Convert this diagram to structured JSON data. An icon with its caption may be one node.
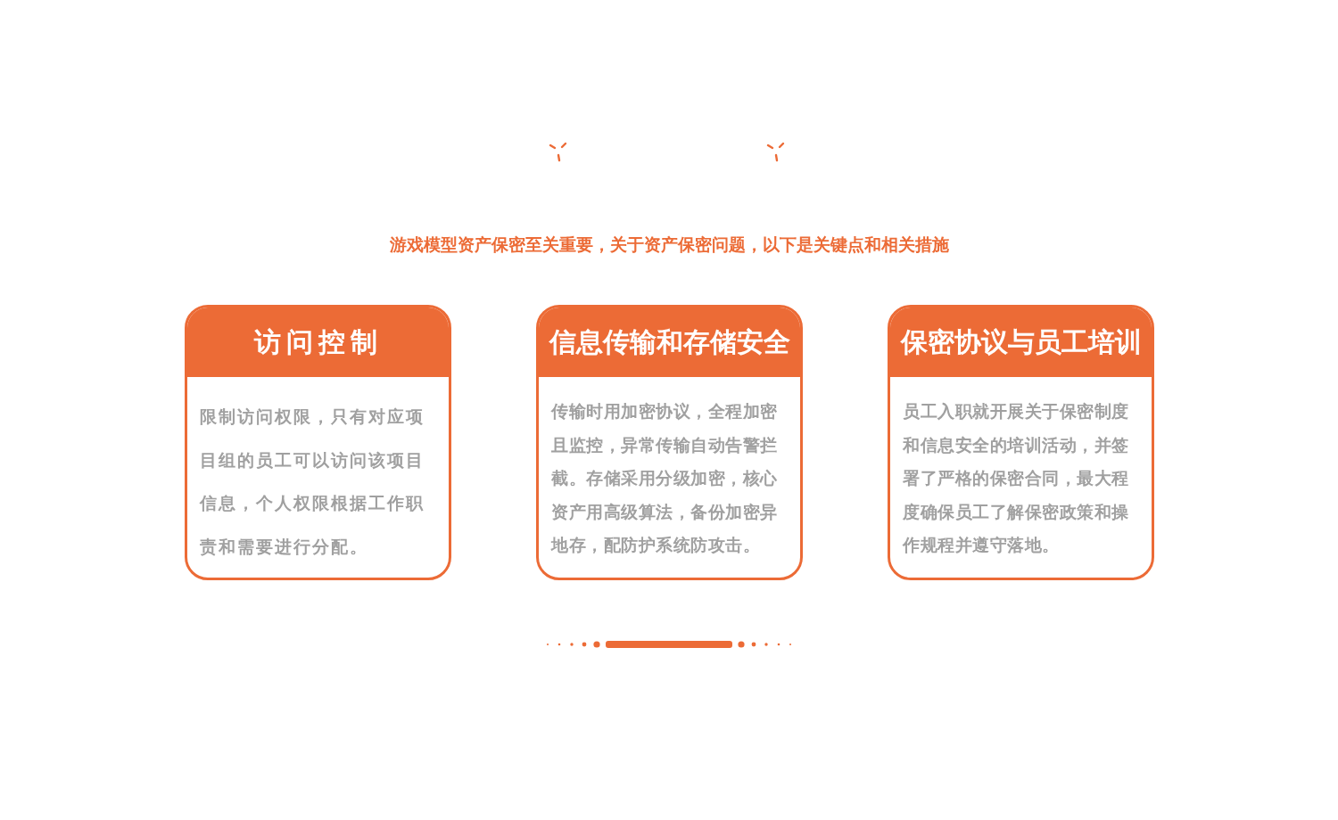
{
  "diagram": {
    "nodes": [
      {
        "text": [
          "访问控制",
          "限制访问权限，只有对应项目组的员工可以访问该项目信息，个人权限根据工作职责和需要进行分配。"
        ]
      },
      {
        "text": [
          "信息传输和存储安全",
          "传输时用加密协议，全程加密且监控，异常传输自动告警拦截。存储采用分级加密，核心资产用高级算法，备份加密异地存，配防护系统防攻击。"
        ]
      },
      {
        "text": [
          "保密协议与员工培训",
          "员工入职就开展关于保密制度和信息安全的培训活动，并签署了严格的保密合同，最大程度确保员工了解保密政策和操作规程并遵守落地。"
        ]
      }
    ],
    "labels": [
      "游戏模型资产保密至关重要，关于资产保密问题，以下是关键点和相关措施"
    ]
  }
}
